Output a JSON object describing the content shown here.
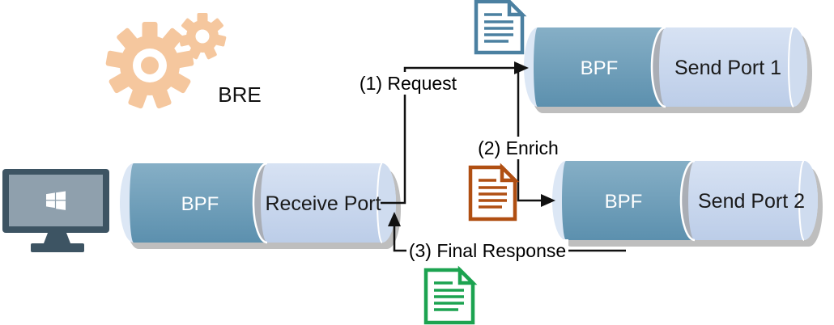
{
  "bre": {
    "label": "BRE"
  },
  "flow_labels": {
    "request": "(1) Request",
    "enrich": "(2) Enrich",
    "final_response": "(3) Final Response"
  },
  "cylinders": [
    {
      "bpf_label": "BPF",
      "port_label": "Receive Port"
    },
    {
      "bpf_label": "BPF",
      "port_label": "Send Port 1"
    },
    {
      "bpf_label": "BPF",
      "port_label": "Send Port 2"
    }
  ],
  "icons": {
    "gears": "gears-icon",
    "monitor": "windows-monitor-icon",
    "request_document": "blue-document-icon",
    "enrich_document": "orange-document-icon",
    "response_document": "green-document-icon"
  },
  "colors": {
    "gear_orange_light": "#F5C79E",
    "gear_orange_dark": "#DD8133",
    "bpf_teal_light": "#86AFC6",
    "bpf_teal_dark": "#5C90AE",
    "port_lavender_light": "#D7E2F3",
    "port_lavender_dark": "#BCCDE8",
    "cap_face": "#CFDCEF",
    "left_sliver": "#DCE7F5",
    "split_shadow": "#A4A7AC",
    "monitor_frame": "#3D5463",
    "monitor_screen": "#8FA0AD",
    "doc_blue": "#4B80A1",
    "doc_orange": "#B04F12",
    "doc_green": "#1CA350",
    "shadow_gray": "#B3B3B3",
    "connector_black": "#111111",
    "background": "#FFFFFF"
  }
}
